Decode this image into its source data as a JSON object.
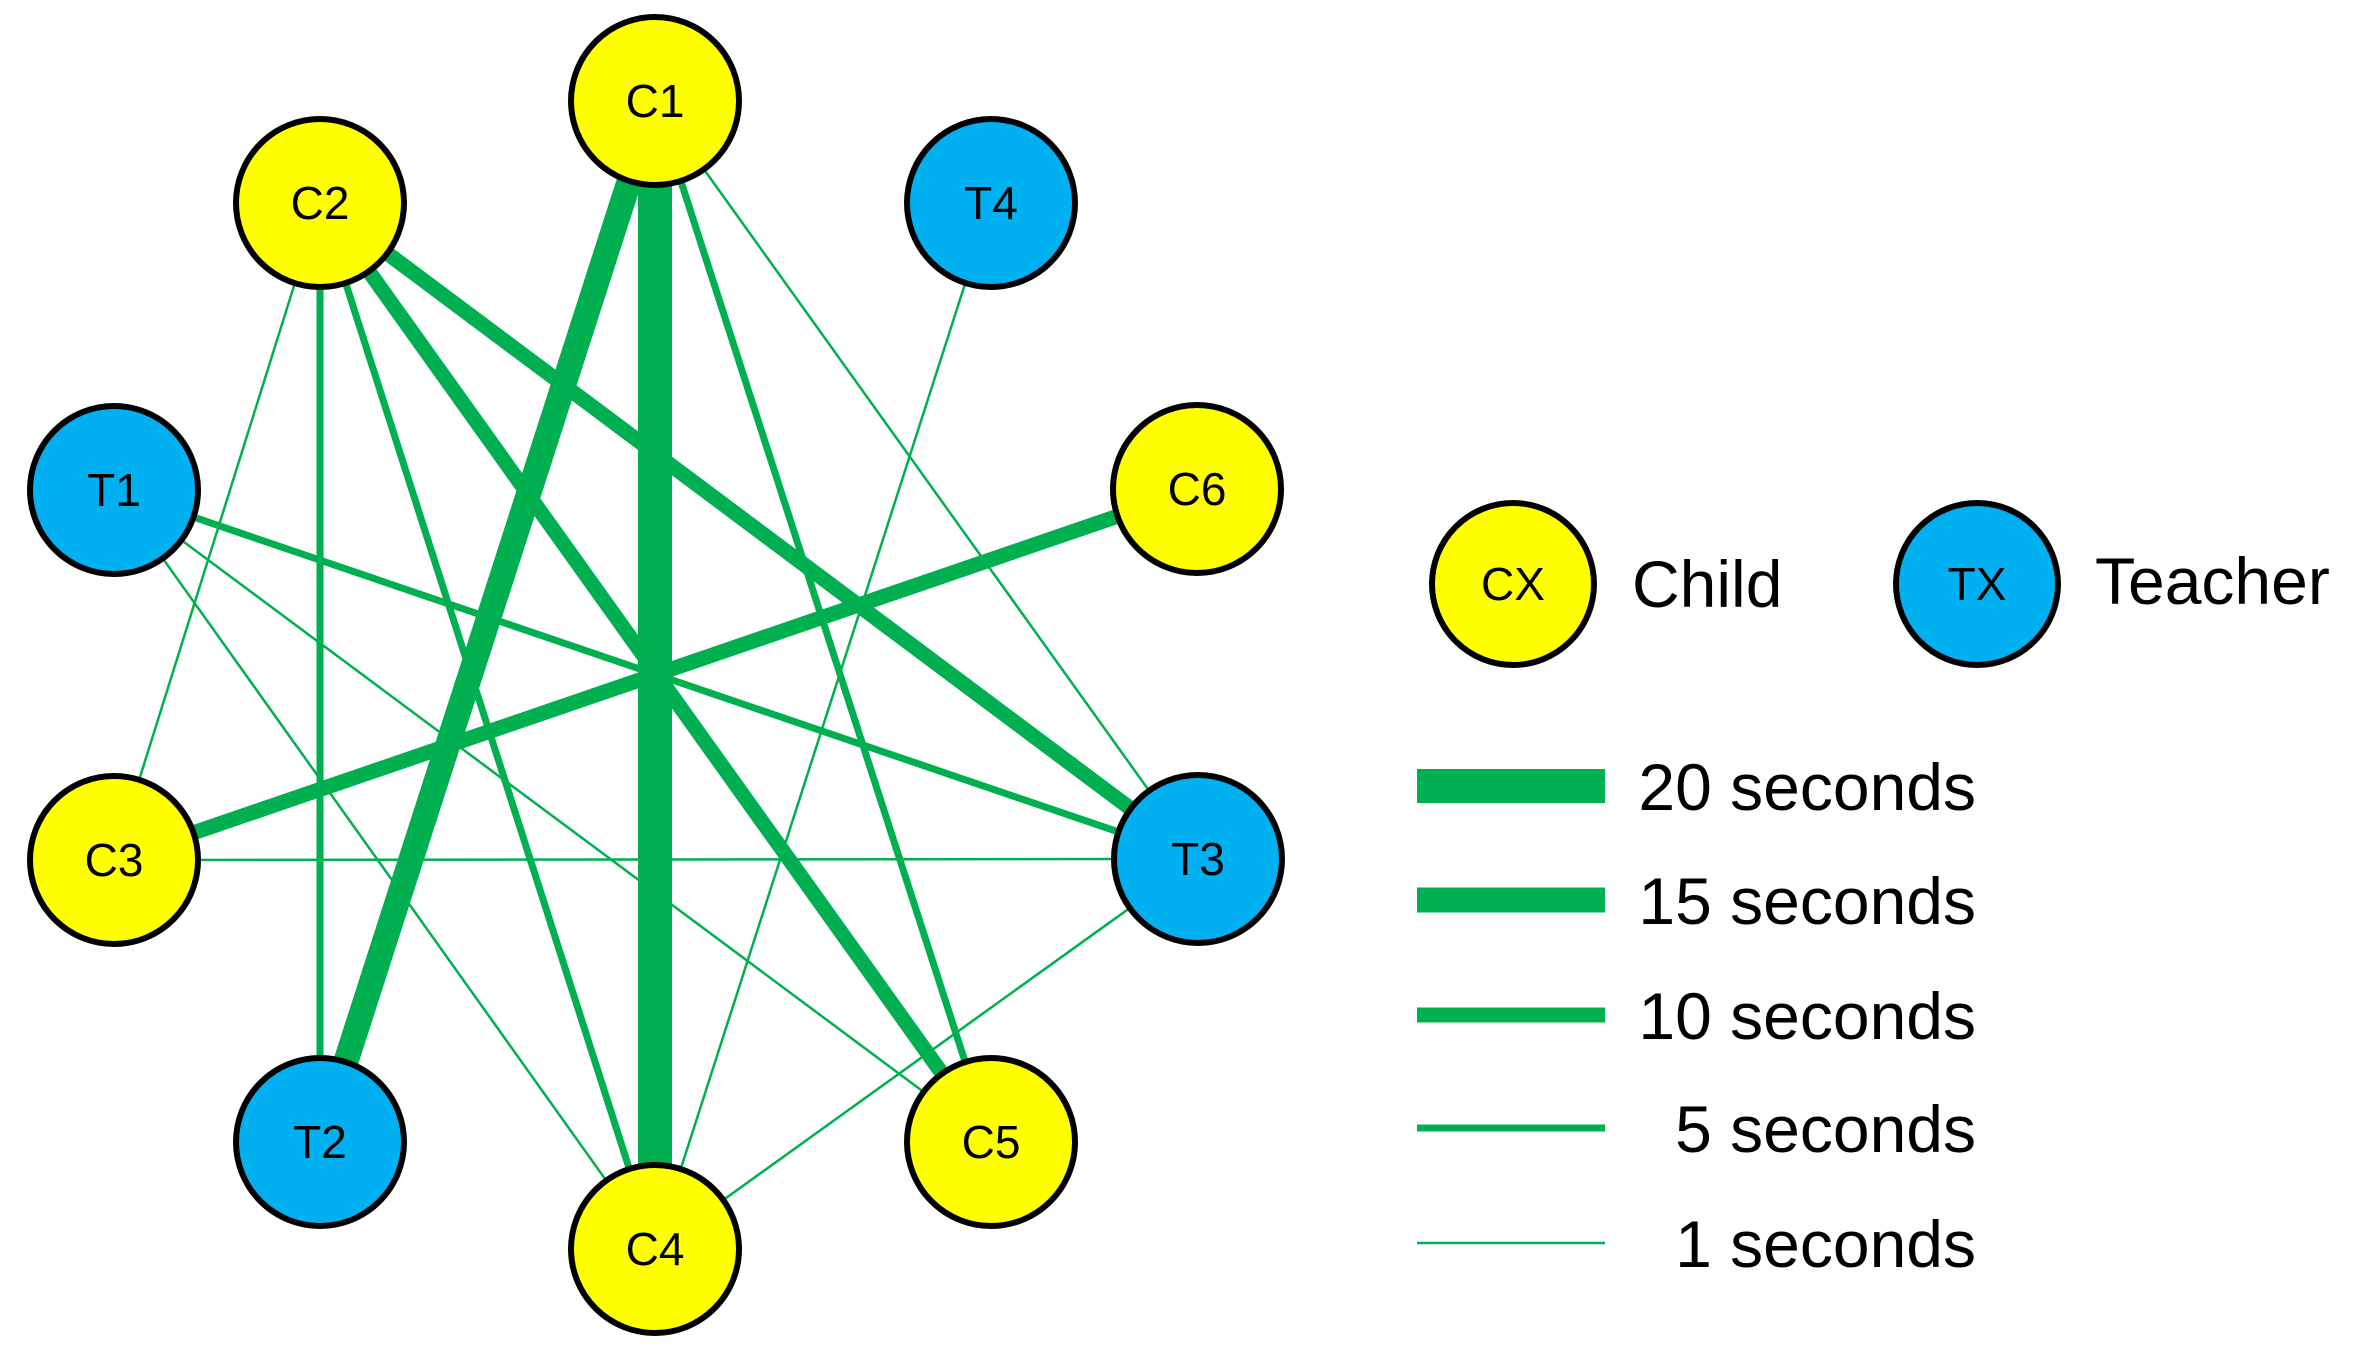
{
  "colors": {
    "child": "#ffff00",
    "teacher": "#00b0f0",
    "edge": "#00b050",
    "outline": "#000000"
  },
  "nodes": [
    {
      "id": "C1",
      "label": "C1",
      "type": "child"
    },
    {
      "id": "C2",
      "label": "C2",
      "type": "child"
    },
    {
      "id": "T4",
      "label": "T4",
      "type": "teacher"
    },
    {
      "id": "T1",
      "label": "T1",
      "type": "teacher"
    },
    {
      "id": "C6",
      "label": "C6",
      "type": "child"
    },
    {
      "id": "C3",
      "label": "C3",
      "type": "child"
    },
    {
      "id": "T3",
      "label": "T3",
      "type": "teacher"
    },
    {
      "id": "T2",
      "label": "T2",
      "type": "teacher"
    },
    {
      "id": "C5",
      "label": "C5",
      "type": "child"
    },
    {
      "id": "C4",
      "label": "C4",
      "type": "child"
    }
  ],
  "edges": [
    {
      "source": "C1",
      "target": "C4",
      "seconds": 20
    },
    {
      "source": "C1",
      "target": "T2",
      "seconds": 15
    },
    {
      "source": "C1",
      "target": "C5",
      "seconds": 5
    },
    {
      "source": "C1",
      "target": "T3",
      "seconds": 1
    },
    {
      "source": "C2",
      "target": "T3",
      "seconds": 10
    },
    {
      "source": "C2",
      "target": "C5",
      "seconds": 10
    },
    {
      "source": "C2",
      "target": "T2",
      "seconds": 5
    },
    {
      "source": "C2",
      "target": "C4",
      "seconds": 5
    },
    {
      "source": "C2",
      "target": "C3",
      "seconds": 1
    },
    {
      "source": "C6",
      "target": "C3",
      "seconds": 10
    },
    {
      "source": "T1",
      "target": "T3",
      "seconds": 5
    },
    {
      "source": "T1",
      "target": "C5",
      "seconds": 1
    },
    {
      "source": "T1",
      "target": "C4",
      "seconds": 1
    },
    {
      "source": "C3",
      "target": "T3",
      "seconds": 1
    },
    {
      "source": "T4",
      "target": "C4",
      "seconds": 1
    },
    {
      "source": "T3",
      "target": "C4",
      "seconds": 1
    }
  ],
  "legend": {
    "node_key": [
      {
        "symbol": "CX",
        "label": "Child",
        "type": "child"
      },
      {
        "symbol": "TX",
        "label": "Teacher",
        "type": "teacher"
      }
    ],
    "edge_key": [
      {
        "label": "20 seconds",
        "seconds": 20
      },
      {
        "label": "15 seconds",
        "seconds": 15
      },
      {
        "label": "10 seconds",
        "seconds": 10
      },
      {
        "label": "5 seconds",
        "seconds": 5
      },
      {
        "label": "1 seconds",
        "seconds": 1
      }
    ]
  }
}
